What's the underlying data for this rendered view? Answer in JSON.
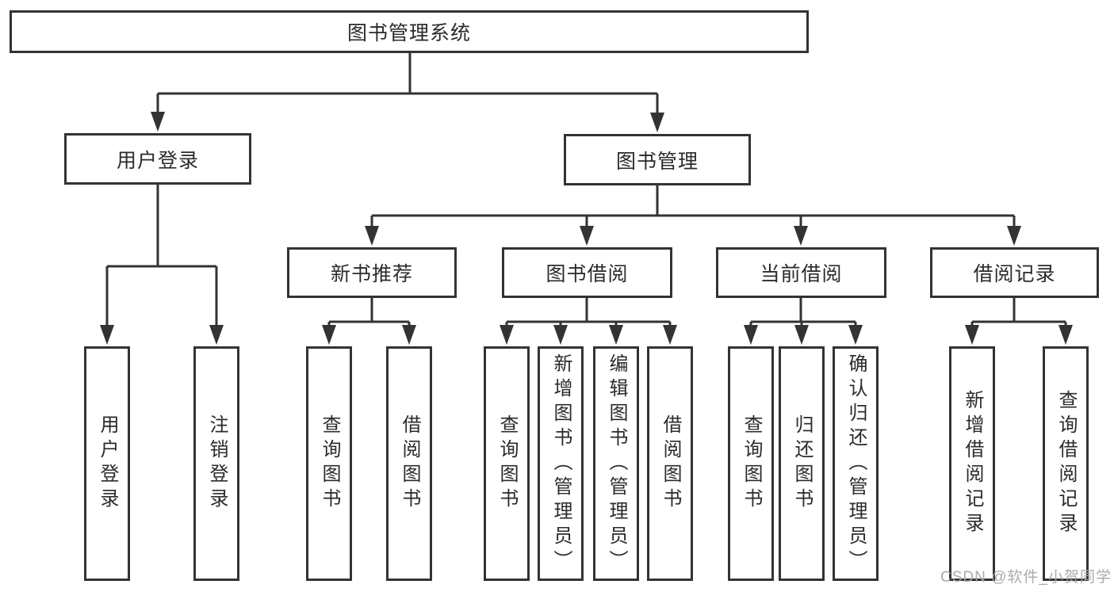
{
  "diagram": {
    "type": "hierarchy-tree",
    "tree": {
      "root": {
        "label": "图书管理系统"
      },
      "branches": [
        {
          "label": "用户登录",
          "children": [
            {
              "label": "用户登录"
            },
            {
              "label": "注销登录"
            }
          ]
        },
        {
          "label": "图书管理",
          "children": [
            {
              "label": "新书推荐",
              "children": [
                {
                  "label": "查询图书"
                },
                {
                  "label": "借阅图书"
                }
              ]
            },
            {
              "label": "图书借阅",
              "children": [
                {
                  "label": "查询图书"
                },
                {
                  "label": "新增图书（管理员）"
                },
                {
                  "label": "编辑图书（管理员）"
                },
                {
                  "label": "借阅图书"
                }
              ]
            },
            {
              "label": "当前借阅",
              "children": [
                {
                  "label": "查询图书"
                },
                {
                  "label": "归还图书"
                },
                {
                  "label": "确认归还（管理员）"
                }
              ]
            },
            {
              "label": "借阅记录",
              "children": [
                {
                  "label": "新增借阅记录"
                },
                {
                  "label": "查询借阅记录"
                }
              ]
            }
          ]
        }
      ]
    },
    "colors": {
      "line": "#333333",
      "box_border": "#333333",
      "text": "#2b2b2b",
      "background": "#ffffff"
    }
  },
  "watermark": {
    "text": "CSDN @软件_小贺同学",
    "color": "#a7a7a7"
  }
}
